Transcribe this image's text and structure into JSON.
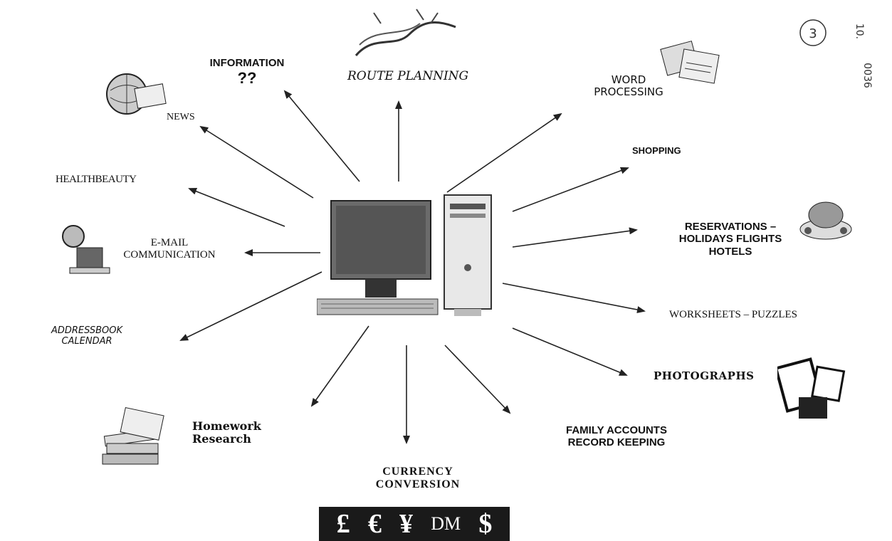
{
  "hub": {
    "device": "desktop computer"
  },
  "labels": {
    "information": "INFORMATION",
    "information_q": "??",
    "route_planning": "ROUTE PLANNING",
    "word_processing_1": "WORD",
    "word_processing_2": "PROCESSING",
    "news": "NEWS",
    "shopping": "SHOPPING",
    "health_beauty": "HEALTHBEAUTY",
    "reservations_1": "RESERVATIONS –",
    "reservations_2": "HOLIDAYS FLIGHTS",
    "reservations_3": "HOTELS",
    "email_1": "E-MAIL",
    "email_2": "COMMUNICATION",
    "worksheets": "WORKSHEETS – PUZZLES",
    "addressbook_1": "ADDRESSBOOK",
    "addressbook_2": "CALENDAR",
    "photographs": "PHOTOGRAPHS",
    "homework_1": "Homework",
    "homework_2": "Research",
    "family_1": "FAMILY ACCOUNTS",
    "family_2": "RECORD KEEPING",
    "currency_1": "CURRENCY",
    "currency_2": "CONVERSION"
  },
  "currency_symbols": [
    "£",
    "€",
    "¥",
    "DM",
    "$"
  ],
  "annotations": {
    "circled_number": "3",
    "side_code_1": "10.",
    "side_code_2": "0036"
  },
  "icons": [
    "globe-news-icon",
    "road-map-icon",
    "documents-icon",
    "food-platter-icon",
    "globe-computer-icon",
    "books-icon",
    "picture-frames-icon",
    "computer-monitor-icon",
    "computer-tower-icon"
  ]
}
